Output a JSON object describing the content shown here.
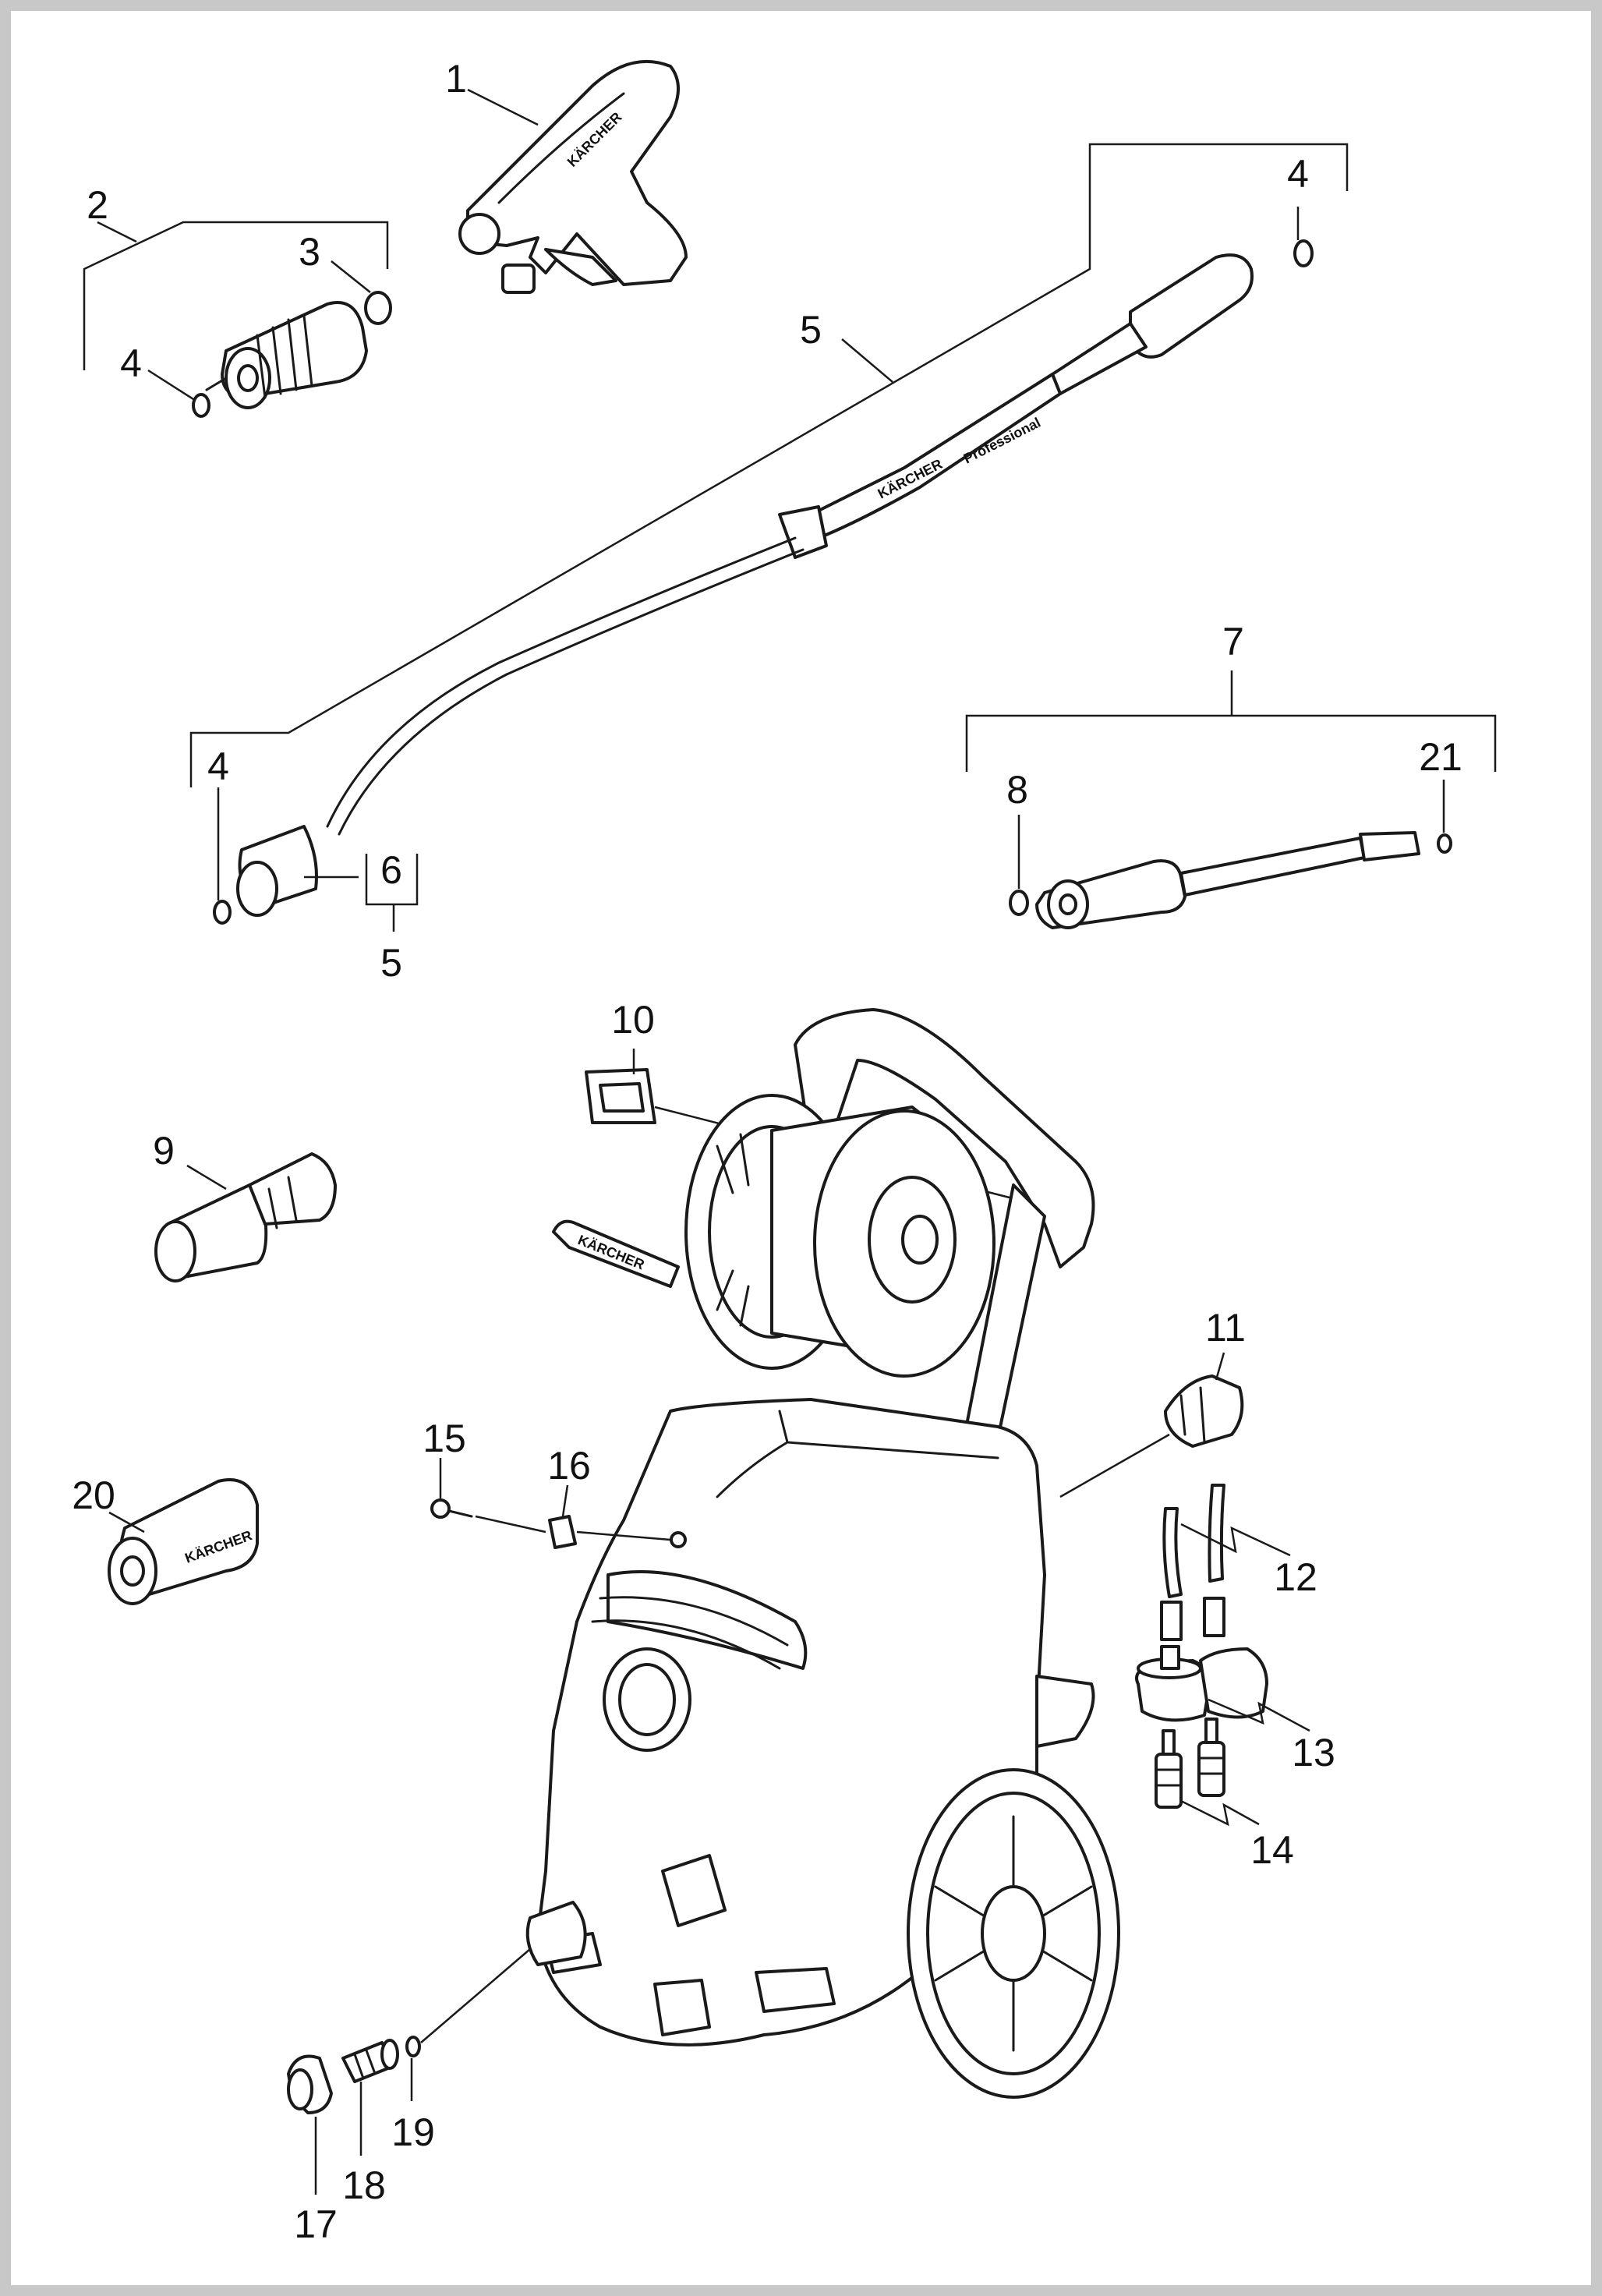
{
  "diagram": {
    "callouts": [
      {
        "id": "c1",
        "label": "1"
      },
      {
        "id": "c2",
        "label": "2"
      },
      {
        "id": "c3",
        "label": "3"
      },
      {
        "id": "c4a",
        "label": "4"
      },
      {
        "id": "c4b",
        "label": "4"
      },
      {
        "id": "c4c",
        "label": "4"
      },
      {
        "id": "c5a",
        "label": "5"
      },
      {
        "id": "c5b",
        "label": "5"
      },
      {
        "id": "c6",
        "label": "6"
      },
      {
        "id": "c7",
        "label": "7"
      },
      {
        "id": "c8",
        "label": "8"
      },
      {
        "id": "c9",
        "label": "9"
      },
      {
        "id": "c10",
        "label": "10"
      },
      {
        "id": "c11",
        "label": "11"
      },
      {
        "id": "c12",
        "label": "12"
      },
      {
        "id": "c13",
        "label": "13"
      },
      {
        "id": "c14",
        "label": "14"
      },
      {
        "id": "c15",
        "label": "15"
      },
      {
        "id": "c16",
        "label": "16"
      },
      {
        "id": "c17",
        "label": "17"
      },
      {
        "id": "c18",
        "label": "18"
      },
      {
        "id": "c19",
        "label": "19"
      },
      {
        "id": "c20",
        "label": "20"
      },
      {
        "id": "c21",
        "label": "21"
      }
    ],
    "brand_marks": [
      "KÄRCHER",
      "Professional"
    ]
  }
}
